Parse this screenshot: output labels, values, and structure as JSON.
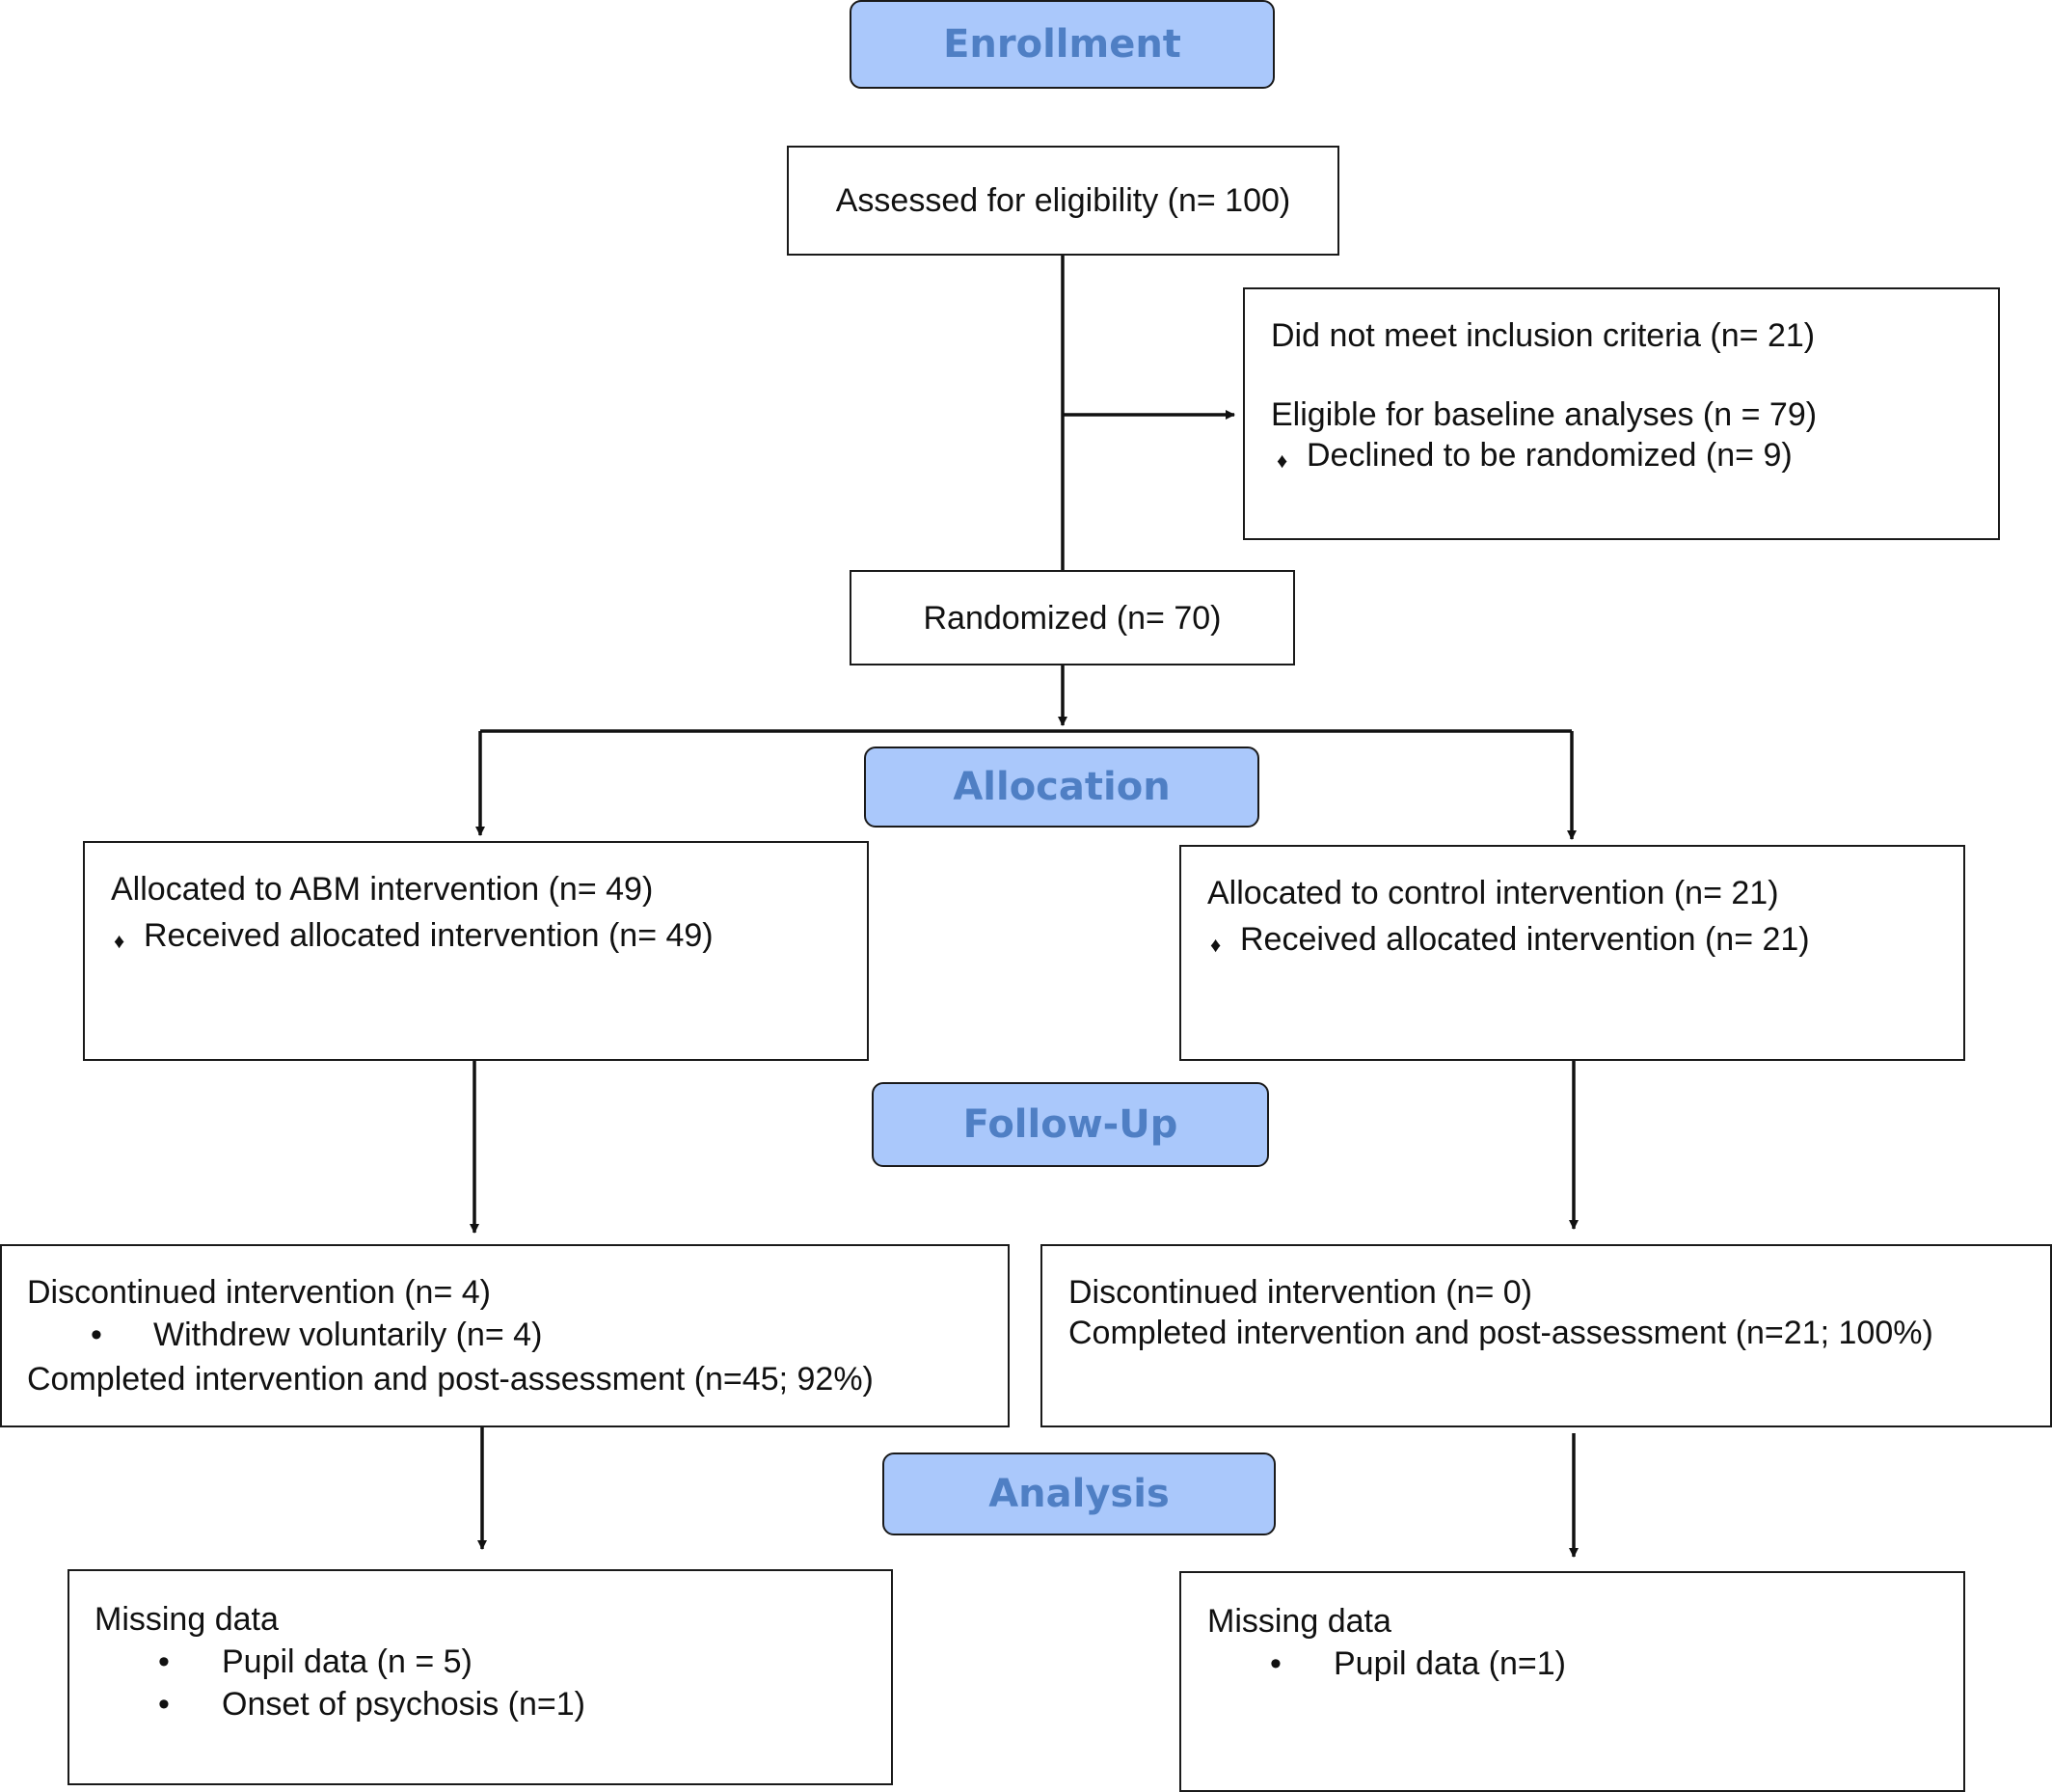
{
  "stages": {
    "enrollment": "Enrollment",
    "allocation": "Allocation",
    "follow_up": "Follow-Up",
    "analysis": "Analysis"
  },
  "enrollment": {
    "assessed": "Assessed for eligibility (n= 100)",
    "excluded": {
      "line1": "Did not meet inclusion criteria (n= 21)",
      "line2": "Eligible for baseline analyses (n = 79)",
      "line3": "Declined to be randomized (n= 9)"
    },
    "randomized": "Randomized (n= 70)"
  },
  "allocation": {
    "abm": {
      "title": "Allocated to ABM intervention (n= 49)",
      "received": "Received allocated intervention (n= 49)"
    },
    "control": {
      "title": "Allocated to control intervention (n= 21)",
      "received": "Received allocated intervention (n= 21)"
    }
  },
  "follow_up": {
    "abm": {
      "discontinued": "Discontinued intervention (n= 4)",
      "withdrew": "Withdrew voluntarily (n= 4)",
      "completed": "Completed intervention and post-assessment (n=45; 92%)"
    },
    "control": {
      "discontinued": "Discontinued intervention (n= 0)",
      "completed": "Completed intervention and post-assessment (n=21; 100%)"
    }
  },
  "analysis": {
    "abm": {
      "missing": "Missing data",
      "pupil": "Pupil data (n = 5)",
      "psychosis": "Onset of psychosis (n=1)"
    },
    "control": {
      "missing": "Missing data",
      "pupil": "Pupil data (n=1)"
    }
  },
  "symbols": {
    "diamond": "♦",
    "bullet": "•"
  }
}
